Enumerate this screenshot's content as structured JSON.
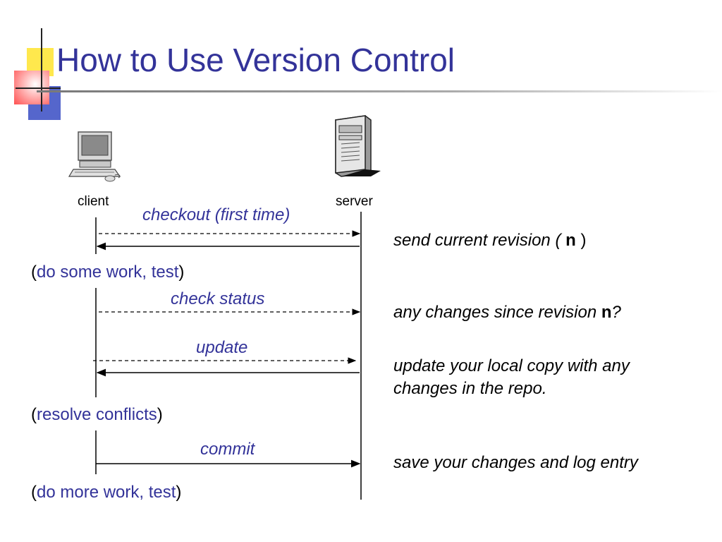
{
  "slide": {
    "title": "How to Use Version Control"
  },
  "actors": {
    "client": "client",
    "server": "server"
  },
  "messages": {
    "checkout": "checkout (first time)",
    "check_status": "check status",
    "update": "update",
    "commit": "commit"
  },
  "notes": {
    "send_revision_prefix": "send current revision (",
    "send_revision_var": "n",
    "send_revision_suffix": ")",
    "changes_prefix": "any changes since revision",
    "changes_var": "n",
    "changes_suffix": "?",
    "update_line1": "update your local copy with any",
    "update_line2": "changes in the repo.",
    "save": "save your changes and log entry"
  },
  "steps": {
    "work": {
      "open": "(",
      "text": "do some work, test",
      "close": ")"
    },
    "resolve": {
      "open": "(",
      "text": "resolve conflicts",
      "close": ")"
    },
    "more_work": {
      "open": "(",
      "text": "do more work, test",
      "close": ")"
    }
  },
  "icons": {
    "client": "computer-icon",
    "server": "server-tower-icon"
  },
  "colors": {
    "title": "#333399",
    "accent_yellow": "#FFE84D",
    "accent_red": "#FF3333",
    "accent_blue": "#5566CC"
  }
}
